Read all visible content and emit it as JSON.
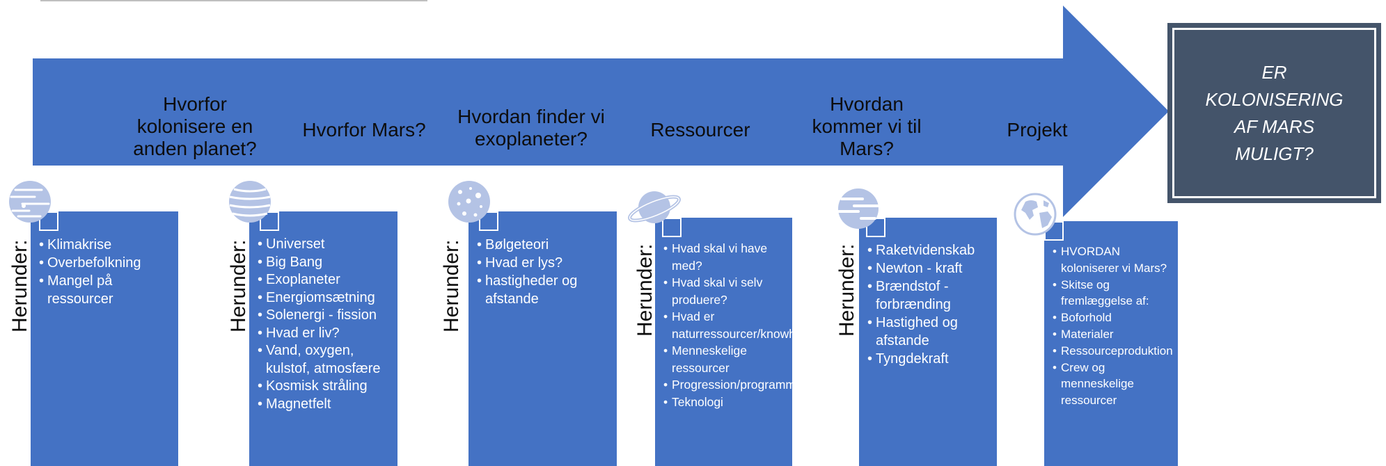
{
  "colors": {
    "arrow": "#4472c4",
    "goal": "#44546a",
    "panel": "#4472c4",
    "planet": "#b4c3e5"
  },
  "steps": [
    {
      "title": "Hvorfor kolonisere en anden planet?",
      "icon": "planet-striped-icon",
      "items": [
        "Klimakrise",
        "Overbefolkning",
        "Mangel på ressourcer"
      ]
    },
    {
      "title": "Hvorfor Mars?",
      "icon": "planet-banded-icon",
      "items": [
        "Universet",
        "Big Bang",
        "Exoplaneter",
        "Energiomsætning",
        "Solenergi - fission",
        "Hvad er liv?",
        "Vand, oxygen, kulstof, atmosfære",
        "Kosmisk stråling",
        "Magnetfelt"
      ]
    },
    {
      "title": "Hvordan finder vi exoplaneter?",
      "icon": "planet-cratered-icon",
      "items": [
        "Bølgeteori",
        "Hvad er lys?",
        "hastigheder og afstande"
      ]
    },
    {
      "title": "Ressourcer",
      "icon": "planet-ringed-icon",
      "items": [
        "Hvad skal vi have med?",
        "Hvad skal vi selv produere?",
        "Hvad er naturressourcer/knowhow?",
        "Menneskelige ressourcer",
        "Progression/programmering",
        "Teknologi"
      ]
    },
    {
      "title": "Hvordan kommer vi til Mars?",
      "icon": "planet-gas-icon",
      "items": [
        "Raketvidenskab",
        "Newton - kraft",
        "Brændstof - forbrænding",
        "Hastighed og afstande",
        "Tyngdekraft"
      ]
    },
    {
      "title": "Projekt",
      "icon": "globe-icon",
      "items": [
        "HVORDAN koloniserer vi Mars?",
        "Skitse og fremlæggelse af:",
        "Boforhold",
        "Materialer",
        "Ressourceproduktion",
        "Crew og menneskelige ressourcer"
      ]
    }
  ],
  "herunder_label": "Herunder:",
  "goal": {
    "text": "ER KOLONISERING AF MARS MULIGT?"
  }
}
